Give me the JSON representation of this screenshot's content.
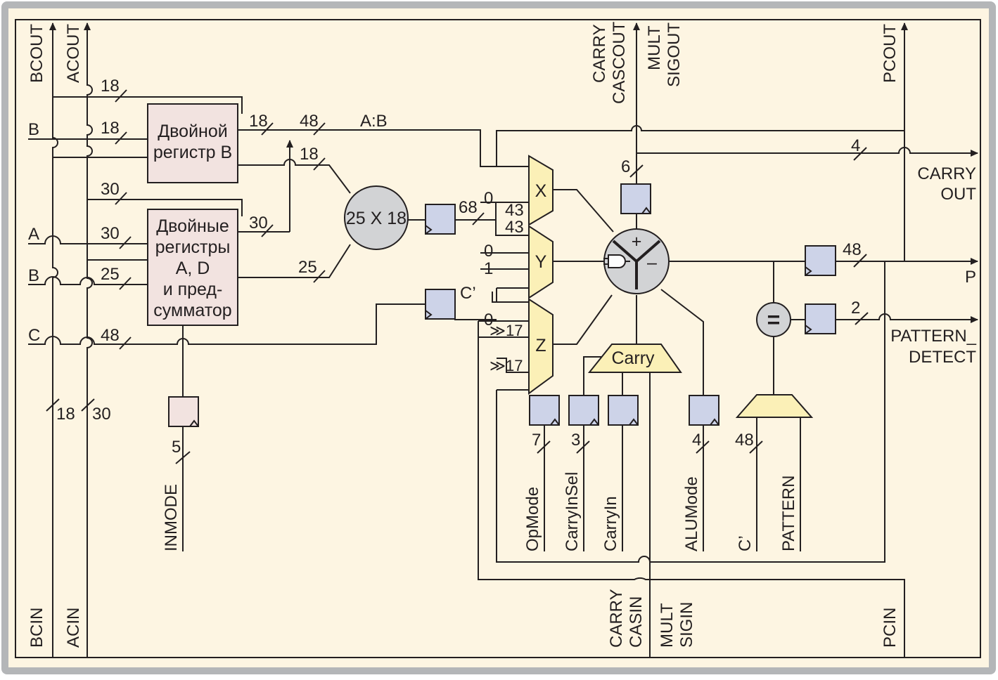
{
  "ports": {
    "bcout": "BCOUT",
    "acout": "ACOUT",
    "carrycascout": "CARRY",
    "carrycascout2": "CASCOUT",
    "multsigout": "MULT",
    "multsigout2": "SIGOUT",
    "pcout": "PCOUT",
    "in_b": "B",
    "in_a": "A",
    "in_b2": "B",
    "in_c": "C",
    "carryout": "CARRY",
    "carryout2": "OUT",
    "p": "P",
    "pattern_detect": "PATTERN_",
    "pattern_detect2": "DETECT",
    "bcin": "BCIN",
    "acin": "ACIN",
    "carrycasin": "CARRY",
    "carrycasin2": "CASIN",
    "multsigin": "MULT",
    "multsigin2": "SIGIN",
    "pcin": "PCIN",
    "inmode": "INMODE",
    "opmode": "OpMode",
    "carryinsel": "CarryInSel",
    "carryin": "CarryIn",
    "alumode": "ALUMode",
    "cprime_in": "C’",
    "pattern": "PATTERN"
  },
  "blocks": {
    "reg_b_line1": "Двойной",
    "reg_b_line2": "регистр B",
    "reg_ad_line1": "Двойные",
    "reg_ad_line2": "регистры",
    "reg_ad_line3": "A, D",
    "reg_ad_line4": "и пред-",
    "reg_ad_line5": "сумматор",
    "multiplier": "25 X 18",
    "mux_x": "X",
    "mux_y": "Y",
    "mux_z": "Z",
    "carry_mux": "Carry",
    "alu_plus": "+",
    "alu_minus": "–",
    "pattern_equal": "="
  },
  "widths": {
    "bcout_18": "18",
    "b_18": "18",
    "regb_out_18": "18",
    "ab_48": "48",
    "ab_label": "A:B",
    "regb_mul_18": "18",
    "acout_30": "30",
    "a_30": "30",
    "rega_out_30": "30",
    "b2_25": "25",
    "mul_25": "25",
    "c_48": "48",
    "mul_68": "68",
    "x_0": "0",
    "x_43a": "43",
    "x_43b": "43",
    "y_0": "0",
    "y_1": "1",
    "cprime": "C’",
    "z_0": "0",
    "z_shift1": "≫17",
    "z_shift2": "≫17",
    "bcin_18": "18",
    "acin_30": "30",
    "inmode_5": "5",
    "carrycas_6": "6",
    "carryout_4": "4",
    "p_48": "48",
    "pd_2": "2",
    "opmode_7": "7",
    "carryinsel_3": "3",
    "alumode_4": "4",
    "cprime_48": "48"
  }
}
